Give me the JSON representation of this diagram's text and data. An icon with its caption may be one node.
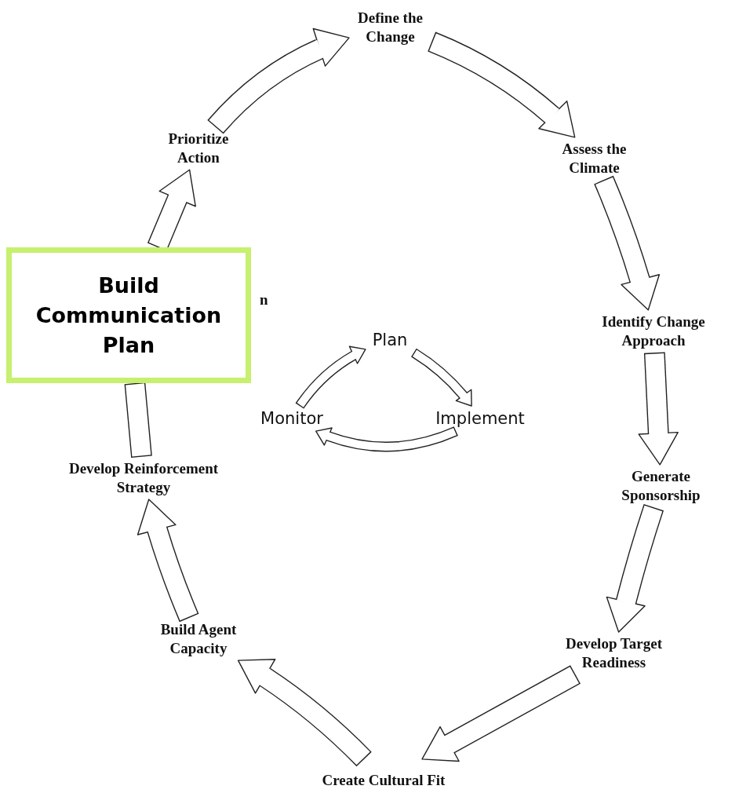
{
  "diagram": {
    "nodes": [
      {
        "text": [
          "Define the Change"
        ]
      },
      {
        "text": [
          "Assess the Climate"
        ]
      },
      {
        "text": [
          "Identify Change Approach"
        ]
      },
      {
        "text": [
          "Generate Sponsorship"
        ]
      },
      {
        "text": [
          "Develop Target Readiness"
        ]
      },
      {
        "text": [
          "Create Cultural Fit"
        ]
      },
      {
        "text": [
          "Build Agent Capacity"
        ]
      },
      {
        "text": [
          "Develop Reinforcement Strategy"
        ]
      },
      {
        "text": [
          "Build Communication Plan"
        ]
      },
      {
        "text": [
          "Prioritize Action"
        ]
      },
      {
        "text": [
          "Plan"
        ]
      },
      {
        "text": [
          "Implement"
        ]
      },
      {
        "text": [
          "Monitor"
        ]
      }
    ],
    "edges": [
      {
        "from": 9,
        "to": 0,
        "arrow": "to"
      },
      {
        "from": 0,
        "to": 1,
        "arrow": "to"
      },
      {
        "from": 1,
        "to": 2,
        "arrow": "to"
      },
      {
        "from": 2,
        "to": 3,
        "arrow": "to"
      },
      {
        "from": 3,
        "to": 4,
        "arrow": "to"
      },
      {
        "from": 4,
        "to": 5,
        "arrow": "to"
      },
      {
        "from": 5,
        "to": 6,
        "arrow": "to"
      },
      {
        "from": 6,
        "to": 7,
        "arrow": "to"
      },
      {
        "from": 7,
        "to": 8,
        "arrow": "none"
      },
      {
        "from": 8,
        "to": 9,
        "arrow": "to"
      },
      {
        "from": 10,
        "to": 11,
        "arrow": "to"
      },
      {
        "from": 11,
        "to": 12,
        "arrow": "to"
      },
      {
        "from": 12,
        "to": 10,
        "arrow": "to"
      }
    ],
    "labels": [
      "n"
    ]
  }
}
